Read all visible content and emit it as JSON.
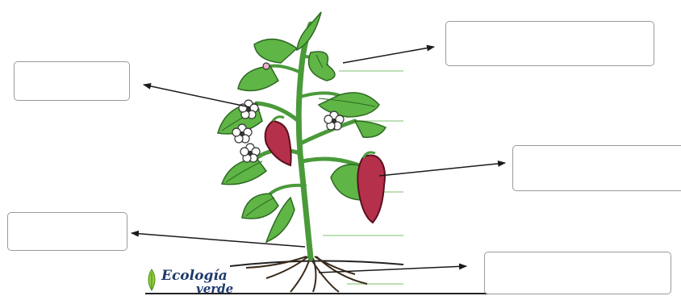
{
  "logo": {
    "line1": "Ecología",
    "line2": "verde"
  },
  "label_boxes": [
    {
      "id": "flower",
      "value": ""
    },
    {
      "id": "leaf",
      "value": ""
    },
    {
      "id": "fruit",
      "value": ""
    },
    {
      "id": "stem",
      "value": ""
    },
    {
      "id": "root",
      "value": ""
    }
  ],
  "colors": {
    "leaf": "#5fb545",
    "leaf_dark": "#2e6a23",
    "stem": "#4a9a3a",
    "fruit": "#b5304a",
    "fruit_dark": "#5a1020",
    "flower": "#ffffff",
    "arrow": "#1a1a1a",
    "guide_line": "#bfe0b8",
    "logo_text": "#1f3a6b"
  }
}
